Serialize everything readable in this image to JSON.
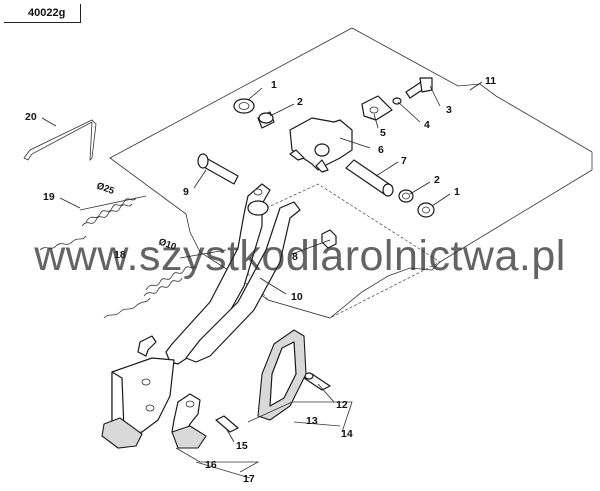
{
  "diagram": {
    "code": "40022g",
    "watermark": "www.szystkodlarolnictwa.pl",
    "callouts": [
      "1",
      "2",
      "3",
      "4",
      "5",
      "6",
      "7",
      "2",
      "1",
      "8",
      "9",
      "10",
      "11",
      "12",
      "13",
      "14",
      "15",
      "16",
      "17",
      "18",
      "19",
      "20"
    ],
    "dimensions": [
      "Ø25",
      "Ø10"
    ],
    "colors": {
      "line": "#1a1a1a",
      "part_fill": "#ffffff",
      "shade": "#d9d9d9",
      "watermark": "#282828"
    }
  }
}
